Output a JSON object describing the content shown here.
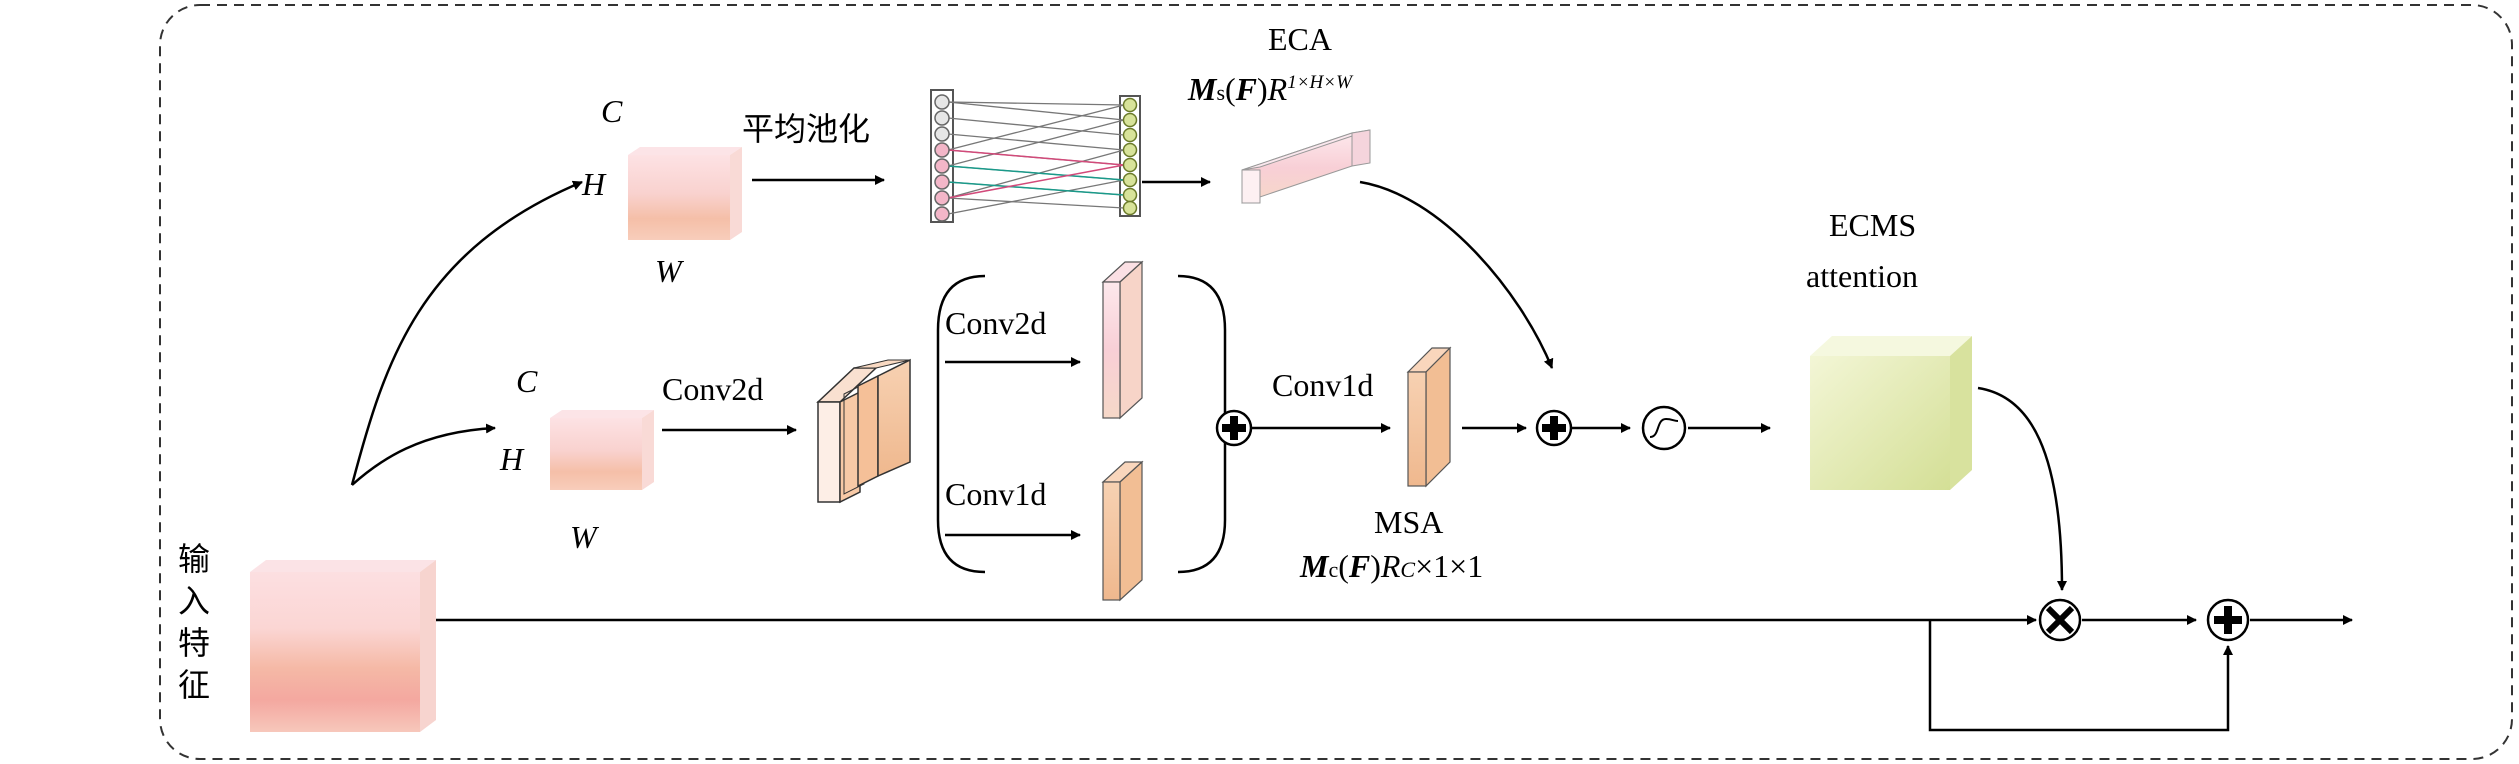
{
  "labels": {
    "input_feature": [
      "输",
      "入",
      "特",
      "征"
    ],
    "avg_pool": "平均池化",
    "conv2d_main": "Conv2d",
    "conv2d_branch": "Conv2d",
    "conv1d_branch": "Conv1d",
    "conv1d_msa": "Conv1d",
    "eca_title": "ECA",
    "eca_formula": {
      "M": "M",
      "sub": "s",
      "open": "(",
      "F": "F",
      "close": ")",
      "R": "R",
      "sup": "1×H×W"
    },
    "msa_title": "MSA",
    "msa_formula": {
      "M": "M",
      "sub": "c",
      "open": "(",
      "F": "F",
      "close": ")",
      "R": "R",
      "sub2": "C",
      "rest": "×1×1"
    },
    "ecms_line1": "ECMS",
    "ecms_line2": "attention",
    "dims_top": {
      "c": "C",
      "h": "H",
      "w": "W"
    },
    "dims_mid": {
      "c": "C",
      "h": "H",
      "w": "W"
    }
  },
  "operators": {
    "add": "add-icon",
    "multiply": "multiply-icon",
    "sigmoid": "sigmoid-icon"
  },
  "colors": {
    "pink_light": "#fcd9dc",
    "peach": "#f6c7a6",
    "orange_face": "#f3c49c",
    "ecms_green": "#dfe6a8",
    "node_pink": "#f3b6c8",
    "node_green": "#d8e39a",
    "line": "#000000",
    "border_dashed": "#333333"
  }
}
